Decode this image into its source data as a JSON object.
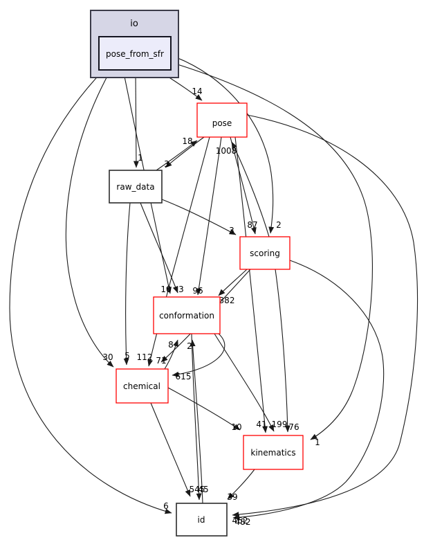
{
  "diagram": {
    "type": "doxygen-directory-dependency-graph",
    "cluster": {
      "label": "io"
    },
    "focus_node": {
      "label": "pose_from_sfr"
    },
    "nodes": [
      {
        "id": "pose",
        "label": "pose",
        "style": "red"
      },
      {
        "id": "raw_data",
        "label": "raw_data",
        "style": "black"
      },
      {
        "id": "scoring",
        "label": "scoring",
        "style": "red"
      },
      {
        "id": "conformation",
        "label": "conformation",
        "style": "red"
      },
      {
        "id": "chemical",
        "label": "chemical",
        "style": "red"
      },
      {
        "id": "kinematics",
        "label": "kinematics",
        "style": "red"
      },
      {
        "id": "id",
        "label": "id",
        "style": "black"
      }
    ],
    "edges": [
      {
        "from": "pose_from_sfr",
        "to": "id",
        "label": "6"
      },
      {
        "from": "pose_from_sfr",
        "to": "chemical",
        "label": "30"
      },
      {
        "from": "pose_from_sfr",
        "to": "conformation",
        "label": "10"
      },
      {
        "from": "pose_from_sfr",
        "to": "raw_data",
        "label": "1"
      },
      {
        "from": "pose_from_sfr",
        "to": "pose",
        "label": "14"
      },
      {
        "from": "pose_from_sfr",
        "to": "scoring",
        "label": "2"
      },
      {
        "from": "pose_from_sfr",
        "to": "kinematics",
        "label": "1"
      },
      {
        "from": "raw_data",
        "to": "pose",
        "label": "18"
      },
      {
        "from": "pose",
        "to": "raw_data",
        "label": "3"
      },
      {
        "from": "pose",
        "to": "scoring",
        "label": "87"
      },
      {
        "from": "pose",
        "to": "conformation",
        "label": "96"
      },
      {
        "from": "pose",
        "to": "chemical",
        "label": "112"
      },
      {
        "from": "pose",
        "to": "kinematics",
        "label": "41"
      },
      {
        "from": "pose",
        "to": "id",
        "label": "462"
      },
      {
        "from": "raw_data",
        "to": "conformation",
        "label": "3"
      },
      {
        "from": "raw_data",
        "to": "chemical",
        "label": "5"
      },
      {
        "from": "raw_data",
        "to": "scoring",
        "label": "3"
      },
      {
        "from": "scoring",
        "to": "pose",
        "label": "1008"
      },
      {
        "from": "scoring",
        "to": "conformation",
        "label": "382"
      },
      {
        "from": "scoring",
        "to": "chemical",
        "label": "71"
      },
      {
        "from": "scoring",
        "to": "kinematics",
        "label": "76"
      },
      {
        "from": "scoring",
        "to": "id",
        "label": "482"
      },
      {
        "from": "conformation",
        "to": "chemical",
        "label": "615"
      },
      {
        "from": "conformation",
        "to": "id",
        "label": "545"
      },
      {
        "from": "chemical",
        "to": "id",
        "label": "45"
      },
      {
        "from": "chemical",
        "to": "conformation",
        "label": "8"
      },
      {
        "from": "chemical",
        "to": "kinematics",
        "label": "10"
      },
      {
        "from": "kinematics",
        "to": "id",
        "label": "39"
      },
      {
        "from": "conformation",
        "to": "kinematics",
        "label": "199"
      },
      {
        "from": "id",
        "to": "conformation",
        "label": "2"
      }
    ],
    "colors": {
      "red_node_border": "#ff0000",
      "black_node_border": "#2b2b2b",
      "cluster_fill": "#d6d6e6",
      "focus_fill": "#ececfa",
      "edge": "#1a1a1a",
      "background": "#ffffff"
    }
  }
}
